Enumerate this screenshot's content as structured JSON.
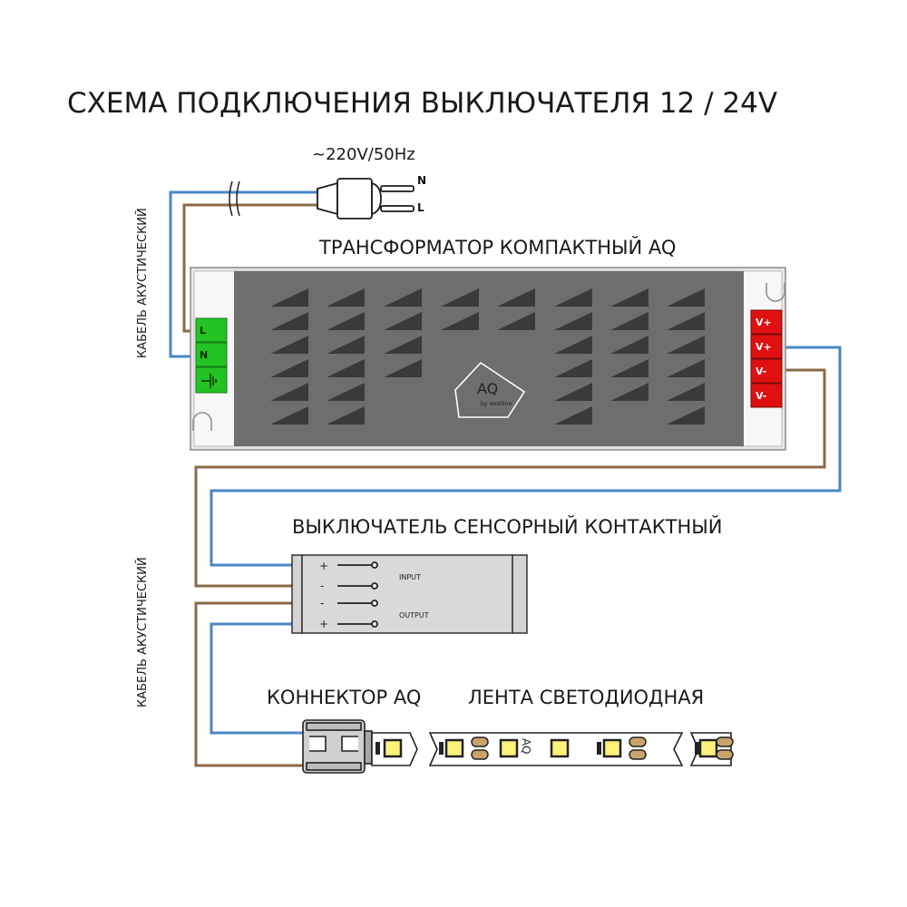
{
  "title": "СХЕМА ПОДКЛЮЧЕНИЯ ВЫКЛЮЧАТЕЛЯ 12 / 24V",
  "mains": {
    "voltage": "~220V/50Hz",
    "pin_n": "N",
    "pin_l": "L"
  },
  "cable_label_top": "КАБЕЛЬ АКУСТИЧЕСКИЙ",
  "cable_label_bottom": "КАБЕЛЬ АКУСТИЧЕСКИЙ",
  "transformer": {
    "title": "ТРАНСФОРМАТОР КОМПАКТНЫЙ AQ",
    "input_terminals": [
      "L",
      "N",
      "⏚"
    ],
    "output_terminals": [
      "V+",
      "V+",
      "V-",
      "V-"
    ],
    "logo_text": "AQ",
    "logo_sub": "by westline"
  },
  "switch": {
    "title": "ВЫКЛЮЧАТЕЛЬ СЕНСОРНЫЙ КОНТАКТНЫЙ",
    "input_label": "INPUT",
    "output_label": "OUTPUT",
    "signs": [
      "+",
      "-",
      "-",
      "+"
    ]
  },
  "connector": {
    "title": "КОННЕКТОР AQ"
  },
  "strip": {
    "title": "ЛЕНТА СВЕТОДИОДНАЯ",
    "logo_text": "AQ"
  },
  "colors": {
    "wire_blue": "#4a86c5",
    "wire_brown": "#8b6a45",
    "terminal_green": "#22c322",
    "terminal_red": "#e01010",
    "transformer_body": "#6e6e6e",
    "led_yellow": "#fff27a",
    "resistor_tan": "#c8a46a"
  }
}
